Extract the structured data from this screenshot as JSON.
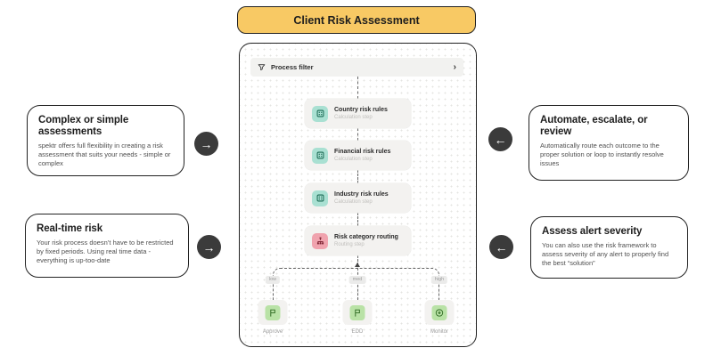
{
  "header": {
    "title": "Client Risk Assessment"
  },
  "canvas": {
    "filter": {
      "label": "Process filter",
      "chevron": "›"
    },
    "nodes": [
      {
        "title": "Country risk rules",
        "subtitle": "Calculation step",
        "icon": "calculation-step-icon"
      },
      {
        "title": "Financial risk rules",
        "subtitle": "Calculation step",
        "icon": "calculation-step-icon"
      },
      {
        "title": "Industry risk rules",
        "subtitle": "Calculation step",
        "icon": "calculation-step-icon"
      },
      {
        "title": "Risk category routing",
        "subtitle": "Routing step",
        "icon": "routing-step-icon"
      }
    ],
    "branches": [
      {
        "label": "low",
        "outcome": "Approve",
        "icon": "flag-icon"
      },
      {
        "label": "med",
        "outcome": "EDD",
        "icon": "flag-icon"
      },
      {
        "label": "high",
        "outcome": "Monitor",
        "icon": "monitor-icon"
      }
    ]
  },
  "callouts": {
    "left": [
      {
        "title": "Complex or simple assessments",
        "body": "spektr offers full flexibility in creating a risk assessment that suits your needs - simple or complex",
        "arrow": "→"
      },
      {
        "title": "Real-time risk",
        "body": "Your risk process doesn’t have to be restricted by fixed periods. Using real time data - everything is up-too-date",
        "arrow": "→"
      }
    ],
    "right": [
      {
        "title": "Automate, escalate, or review",
        "body": "Automatically route each outcome to the proper solution or loop to instantly resolve issues",
        "arrow": "←"
      },
      {
        "title": "Assess alert severity",
        "body": "You can also use the risk framework to assess severity of any alert to properly find the best “solution”",
        "arrow": "←"
      }
    ]
  },
  "colors": {
    "badge_bg": "#F8C964",
    "outline": "#222222",
    "calc_icon_bg": "#A9E0D2",
    "calc_icon_fg": "#1B6A54",
    "routing_icon_bg": "#F0A3AE",
    "routing_icon_fg": "#7C2130",
    "outcome_icon_bg": "#B9E2A6",
    "outcome_icon_fg": "#2F6B22",
    "node_bg": "#F3F2F0",
    "arrow_circle": "#3B3B3B",
    "dot_grid": "#E4E4E2"
  }
}
